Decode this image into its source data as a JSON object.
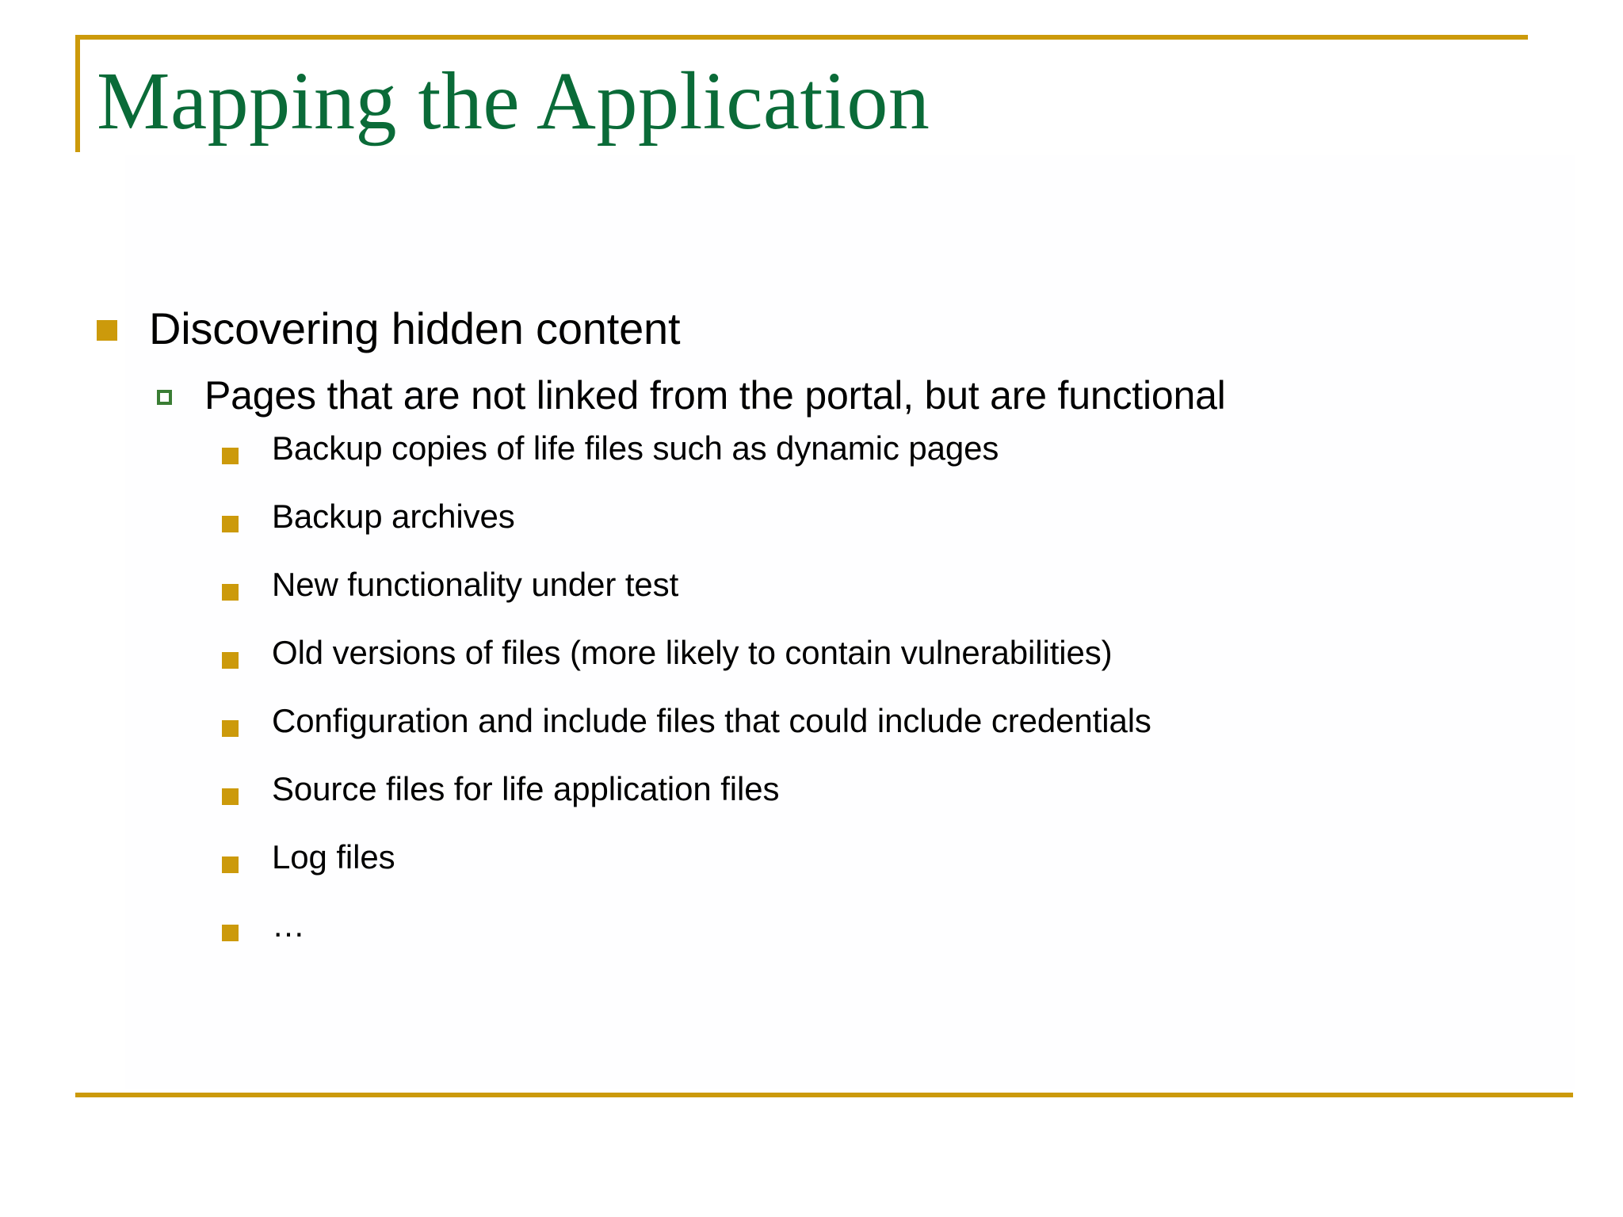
{
  "slide": {
    "title": "Mapping the Application",
    "accent_gold": "#CC9A0B",
    "title_green": "#0A6B38",
    "bullet_green": "#3A7D34",
    "background": "#FFFFFF",
    "text_color": "#000000"
  },
  "outline": {
    "level1": {
      "text": "Discovering hidden content",
      "marker": "filled-square-gold"
    },
    "level2": {
      "text": "Pages that are not linked from the portal, but are functional",
      "marker": "hollow-square-green"
    },
    "level3": {
      "marker": "filled-square-gold",
      "items": [
        "Backup copies of life files such as dynamic pages",
        "Backup archives",
        "New functionality under test",
        "Old versions of files (more likely to contain vulnerabilities)",
        "Configuration and include files that could include credentials",
        "Source files for life application files",
        "Log files",
        "…"
      ]
    }
  }
}
